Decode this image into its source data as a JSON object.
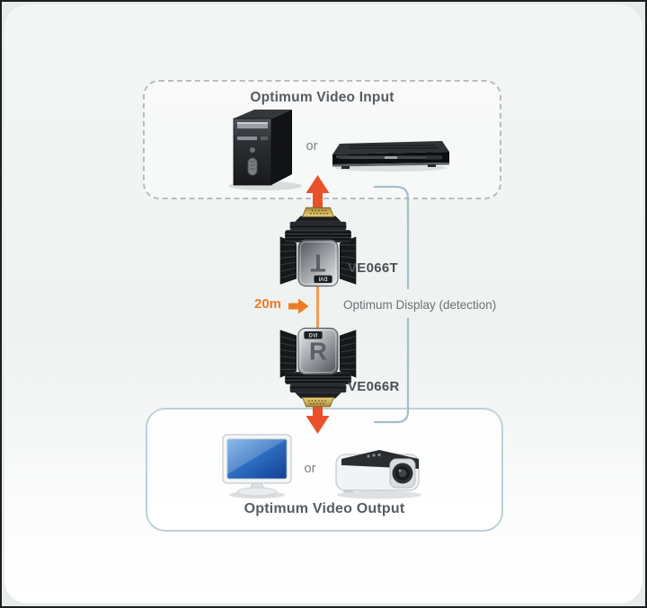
{
  "diagram": {
    "input_box": {
      "title": "Optimum Video Input",
      "or_label": "or",
      "devices": [
        "computer-tower-icon",
        "dvd-player-icon"
      ]
    },
    "output_box": {
      "title": "Optimum Video Output",
      "or_label": "or",
      "devices": [
        "monitor-icon",
        "projector-icon"
      ]
    },
    "transmitter": {
      "label": "VE066T",
      "letter": "T",
      "marking": "DVI"
    },
    "receiver": {
      "label": "VE066R",
      "letter": "R",
      "marking": "DVI"
    },
    "cable": {
      "length_label": "20m"
    },
    "detection": {
      "label": "Optimum Display (detection)"
    },
    "colors": {
      "accent_orange": "#ee7b23",
      "arrow_orange_red": "#e8512a",
      "detection_line_blue": "#a7bec7",
      "output_border_blue": "#bdd0d9",
      "dashed_border_gray": "#b6bdc2",
      "title_text": "#565c61",
      "body_text": "#6b7176",
      "background": "#eef2f0"
    }
  }
}
